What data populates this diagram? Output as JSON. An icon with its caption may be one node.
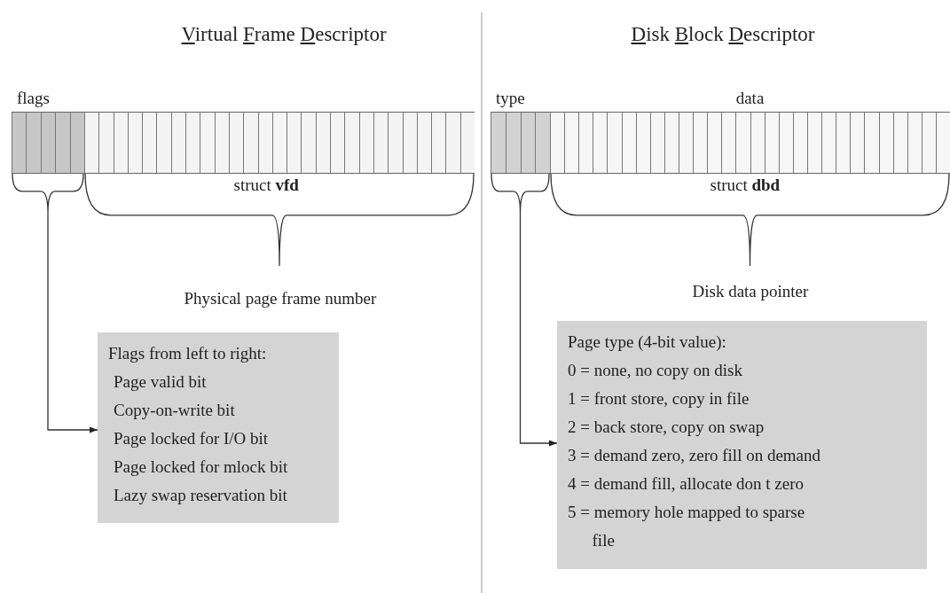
{
  "diagram": {
    "nodes": [
      {
        "text": [
          "flags"
        ]
      },
      {
        "text": [],
        "shape": "box"
      },
      {
        "text": [
          "Flags from left to right:",
          "Page valid bit",
          "Copy-on-write bit",
          "Page locked for I/O bit",
          "Page locked for mlock bit",
          "Lazy swap reservation bit"
        ]
      },
      {
        "text": [
          "type"
        ]
      },
      {
        "text": [
          "data"
        ]
      },
      {
        "text": [
          "Page type (4-bit value):",
          "0 = none, no copy on disk",
          "1 = front store, copy in file",
          "2 = back store, copy on swap",
          "3 = demand zero, zero fill on demand",
          "4 = demand fill, allocate don t zero",
          "5 = memory hole mapped to sparse file"
        ]
      }
    ],
    "edges": [
      {
        "from": 0,
        "to": 2,
        "arrow": "to"
      },
      {
        "from": 3,
        "to": 5,
        "arrow": "to"
      }
    ],
    "labels": [
      "Virtual Frame Descriptor",
      "Disk Block Descriptor",
      "struct **vfd**",
      "struct **dbd**",
      "Physical page frame number",
      "Disk data pointer"
    ]
  }
}
